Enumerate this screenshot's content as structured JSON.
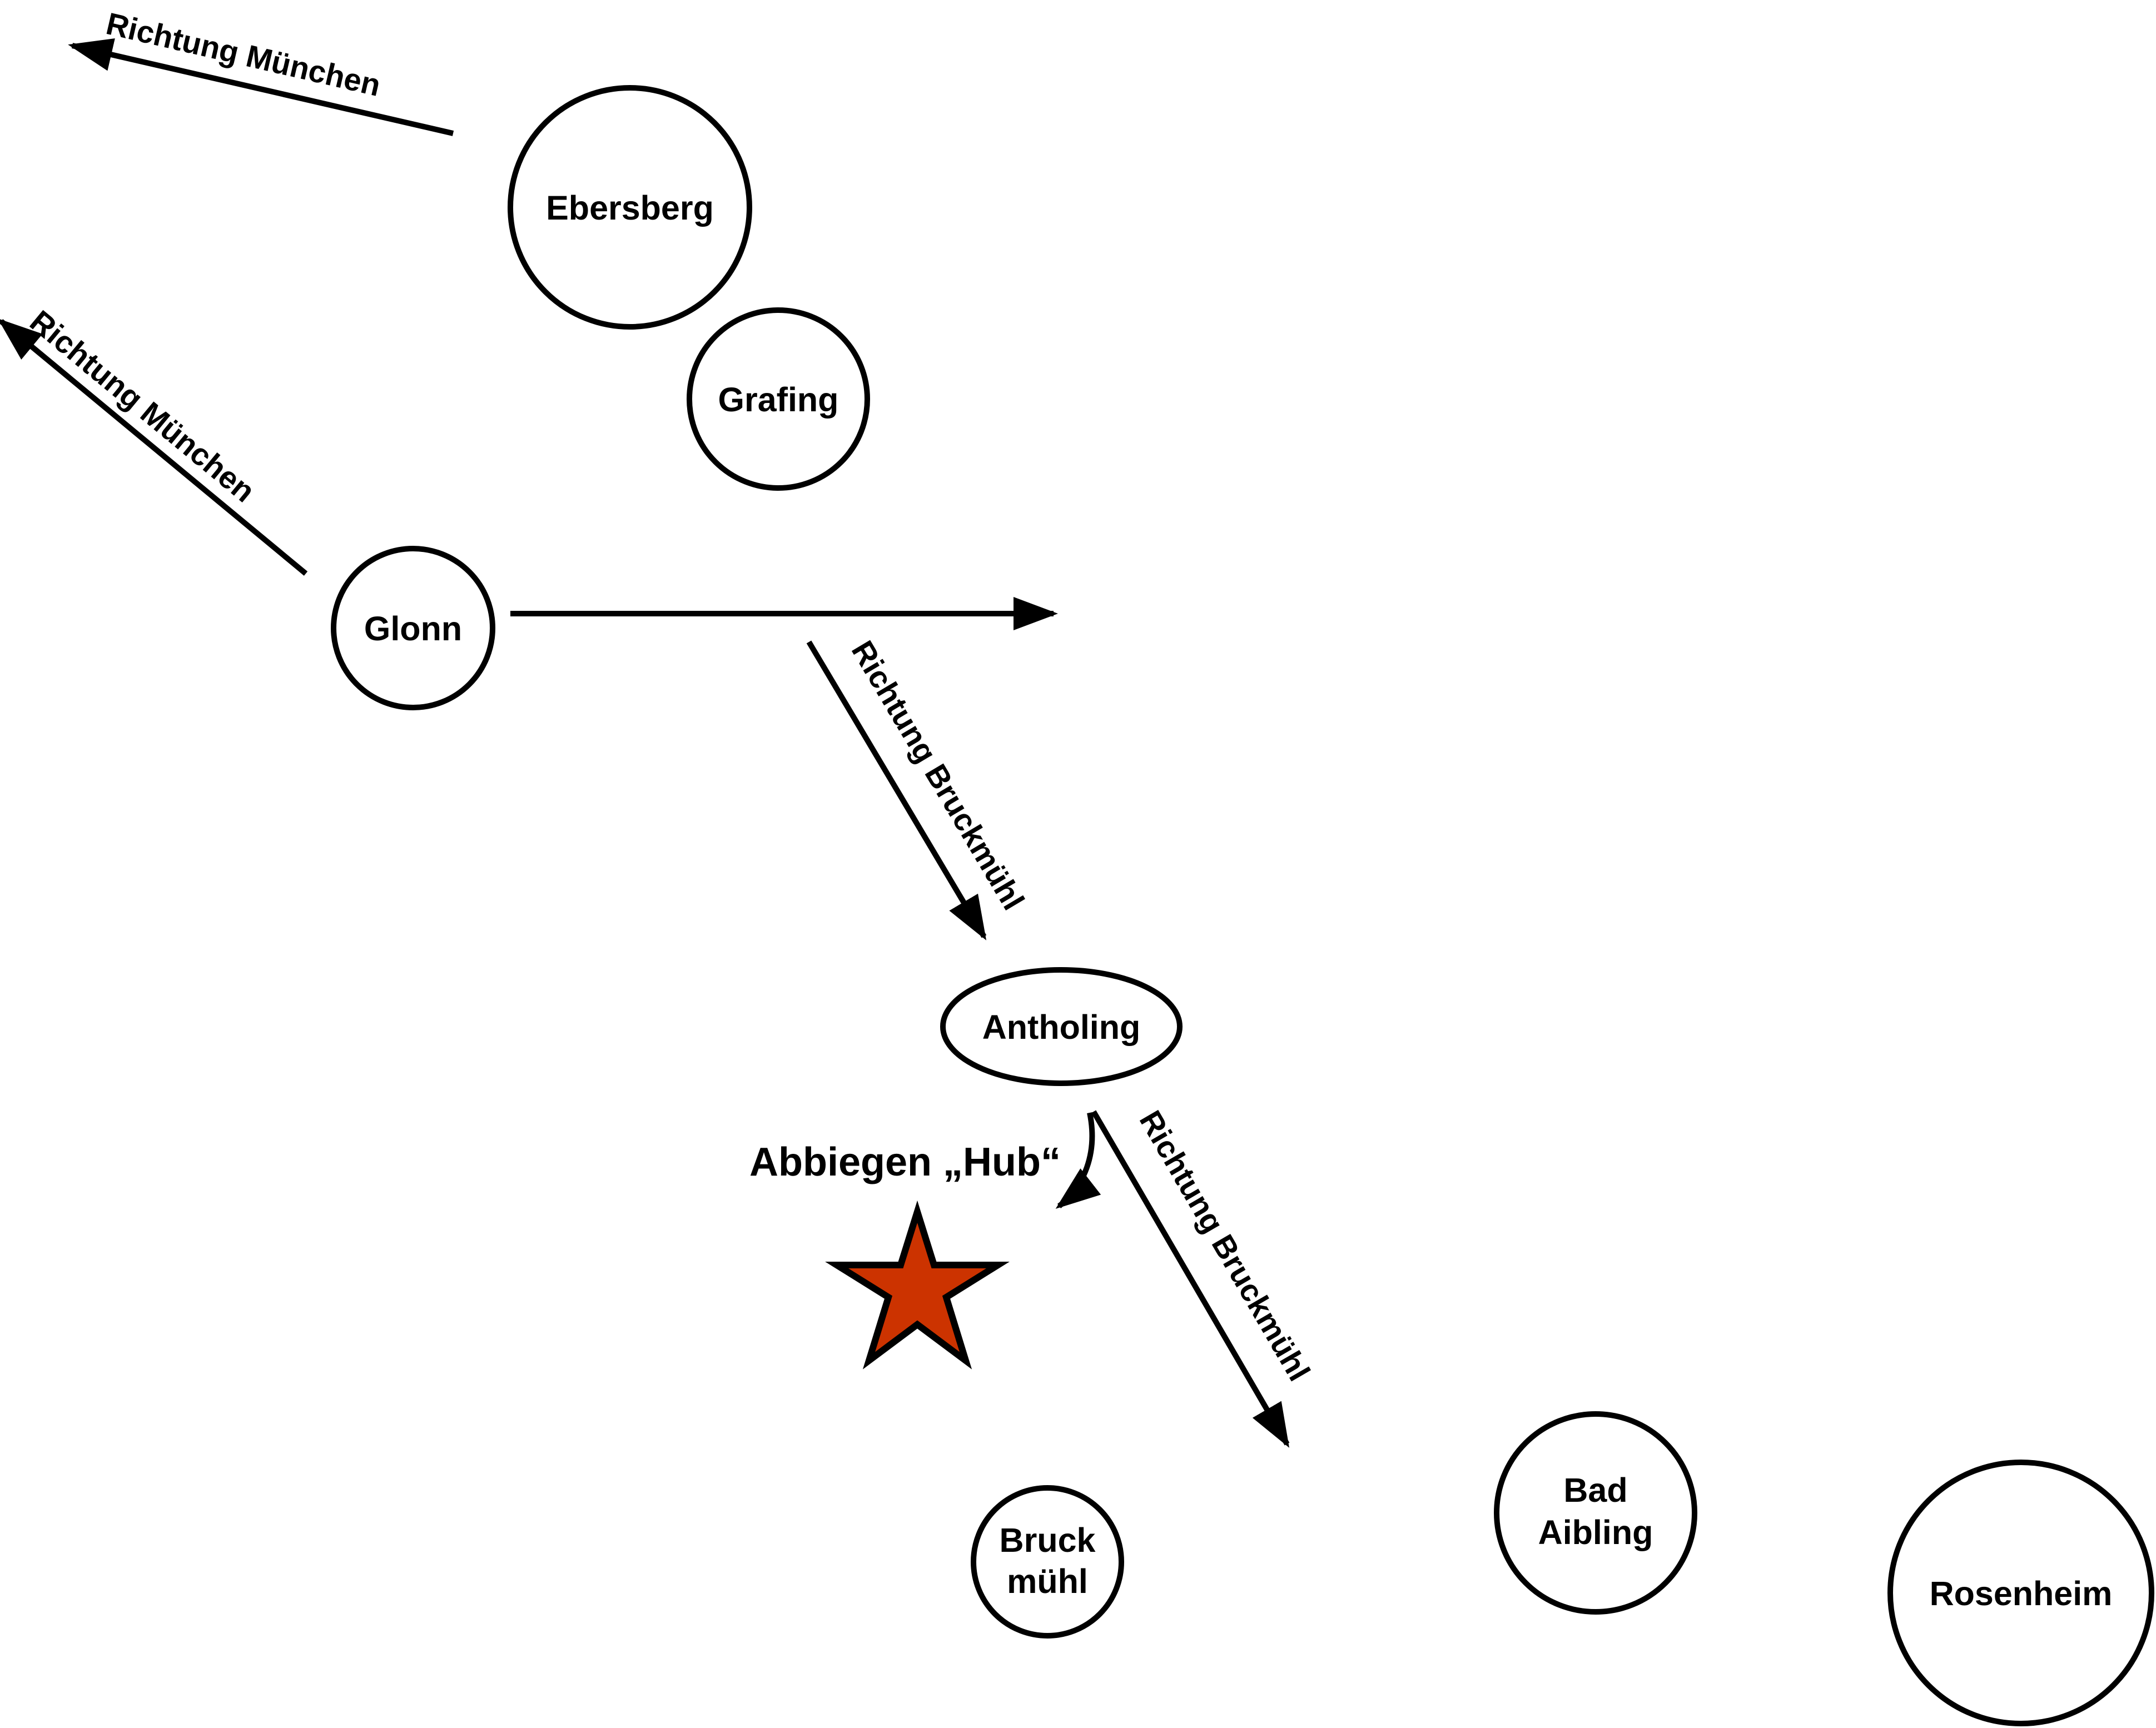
{
  "diagram": {
    "colors": {
      "stroke": "#000000",
      "background": "#ffffff",
      "star_fill": "#cc3300"
    },
    "towns": {
      "ebersberg": "Ebersberg",
      "grafing": "Grafing",
      "glonn": "Glonn",
      "antholing": "Antholing",
      "bruckmuehl_line1": "Bruck",
      "bruckmuehl_line2": "mühl",
      "bad_aibling_line1": "Bad",
      "bad_aibling_line2": "Aibling",
      "rosenheim": "Rosenheim"
    },
    "directions": {
      "muenchen_top": "Richtung München",
      "muenchen_left": "Richtung München",
      "bruckmuehl_upper": "Richtung Bruckmühl",
      "bruckmuehl_lower": "Richtung Bruckmühl"
    },
    "turn_note": "Abbiegen „Hub“",
    "destination_marker": "star-icon"
  }
}
